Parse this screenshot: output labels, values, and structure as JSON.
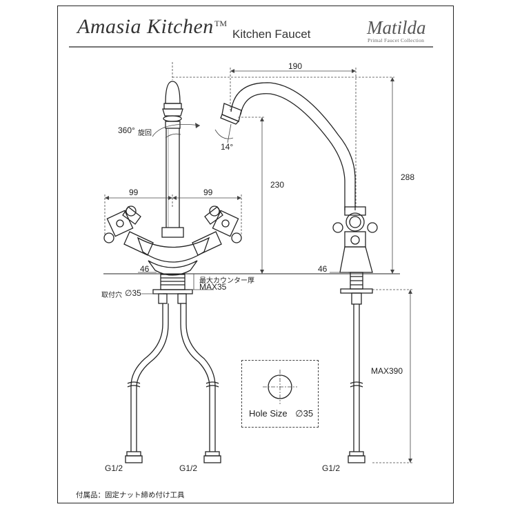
{
  "header": {
    "brand": "Amasia Kitchen",
    "trademark": "TM",
    "product_type": "Kitchen Faucet",
    "logo_name": "Matilda",
    "logo_tagline": "Primal Faucet Collection"
  },
  "dimensions": {
    "spout_reach": "190",
    "spout_rotation": "360°",
    "rotation_label": "旋回",
    "spout_tilt": "14°",
    "spout_height": "230",
    "total_height": "288",
    "handle_left_span": "99",
    "handle_right_span": "99",
    "base_front": "46",
    "base_side": "46",
    "counter_thickness_label": "最大カウンター厚",
    "counter_thickness_value": "MAX35",
    "mount_hole_label": "取付穴",
    "mount_hole_size": "∅35",
    "hose_length": "MAX390",
    "connection_left_1": "G1/2",
    "connection_left_2": "G1/2",
    "connection_side": "G1/2"
  },
  "hole_size": {
    "label": "Hole Size",
    "value": "∅35"
  },
  "footer": {
    "accessories": "付属品：固定ナット締め付け工具"
  },
  "colors": {
    "line": "#222222",
    "dim_line": "#444444"
  }
}
